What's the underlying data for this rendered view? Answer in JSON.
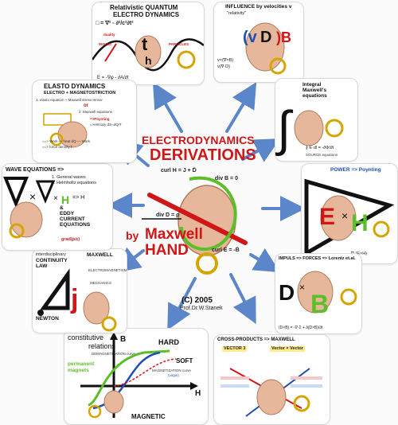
{
  "center": {
    "line1": "ELECTRODYNAMICS",
    "line2": "DERIVATIONS",
    "by": "by",
    "maxwell": "Maxwell",
    "hand": "HAND",
    "copyright": "(C) 2005",
    "author": "Prof.Dr.W.Stanek",
    "curl_h": "curl H = J + Ḋ",
    "div_b": "div B = 0",
    "div_d": "div D = ρ",
    "curl_e": "curl E = -Ḃ"
  },
  "panels": {
    "quantum": {
      "title1": "Relativistic QUANTUM",
      "title2": "ELECTRO DYNAMICS",
      "eq_top": "□ = ∇² - ∂²/c²∂t²",
      "eq_bottom": "E = -∇φ - ∂A/∂t",
      "label_duality": "duality",
      "label_waves": "WAVES",
      "label_particles": "PARTICLES"
    },
    "influence": {
      "title": "INFLUENCE by velocities v",
      "sub": "\"relativity\"",
      "eq1": "v×(∇×B)",
      "eq2": "v(∇·D)"
    },
    "integral": {
      "title1": "Integral",
      "title2": "Maxwell's",
      "title3": "equations",
      "eq": "∮ E·dl = -∂Φ/∂t",
      "note": "SOURCE equations"
    },
    "power": {
      "title": "POWER => Poynting",
      "eq": "∇·(E×H)"
    },
    "impulse": {
      "title": "IMPULS => FORCES => Lorentz et.al.",
      "eq": "(D×B) = -∇·Σ + ∂(D×B)/∂t"
    },
    "cross": {
      "title": "CROSS-PRODUCTS => MAXWELL",
      "v3": "VECTOR 3",
      "vv": "Vector × Vector"
    },
    "constitutive": {
      "title1": "constitutive",
      "title2": "relations",
      "demag": "DEMAGNETIZATION curve",
      "permanent": "permanent",
      "magnets": "magnets",
      "hard": "HARD",
      "soft": "SOFT",
      "magcurve": "MAGNETIZATION curve",
      "virgin": "(virgin)",
      "magnetic": "MAGNETIC",
      "axis_b": "B",
      "axis_h": "H"
    },
    "continuity": {
      "title1": "interdisciplinary",
      "title2": "CONTINUITY",
      "title3": "LAW",
      "maxwell": "MAXWELL",
      "newton": "NEWTON",
      "sub_em": "ELECTROMAGNETISM",
      "sub_mech": "MECHANICS"
    },
    "wave": {
      "title": "WAVE EQUATIONS =>",
      "item1": "1. General waves",
      "item2": "2. Helmholtz equations",
      "eddy1": "&",
      "eddy2": "EDDY",
      "eddy3": "CURRENT",
      "eddy4": "EQUATIONS",
      "grad": "grad(ρ/ε)"
    },
    "elasto": {
      "title1": "ELASTO DYNAMICS",
      "title2": "ELECTRO + MAGNETOSTRICTION",
      "item1": "1. elasto equation + Maxwell stress tensor",
      "or": "or",
      "item2": "2. Maxwell equations",
      "poynting": "=>Poynting",
      "entropy": "=>entropy dS=dQ/T",
      "work": "==> Work — heat dQ — Work",
      "force": "==> force density f"
    }
  },
  "colors": {
    "red": "#d01616",
    "blue": "#1d4fb3",
    "arrow": "#5b86c9",
    "green": "#5cbf2a",
    "skin": "#e6b79a"
  }
}
